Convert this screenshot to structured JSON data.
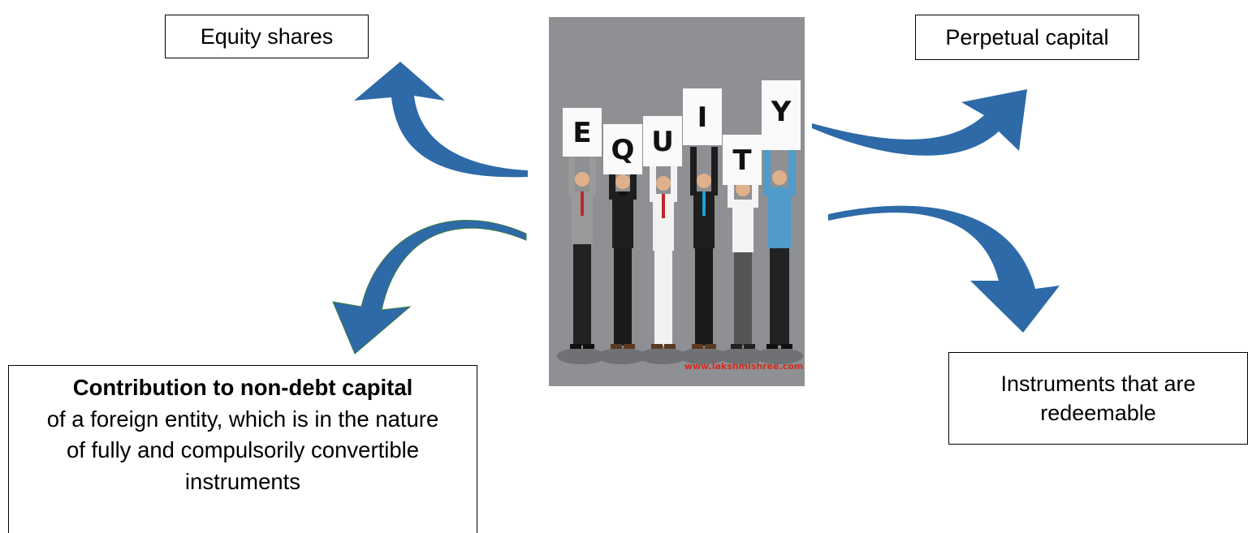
{
  "center_image": {
    "letters": [
      "E",
      "Q",
      "U",
      "I",
      "T",
      "Y"
    ],
    "watermark": "www.lakshmishree.com",
    "colors": {
      "background": "#8e9093",
      "arrow": "#2e6aa8",
      "watermark": "#d62a1f"
    }
  },
  "boxes": {
    "equity_shares": "Equity shares",
    "perpetual_capital": "Perpetual capital",
    "redeemable": "Instruments that are redeemable",
    "contribution_bold": "Contribution to non-debt capital",
    "contribution_rest": "of a foreign entity, which is in the nature of fully and compulsorily convertible instruments"
  }
}
